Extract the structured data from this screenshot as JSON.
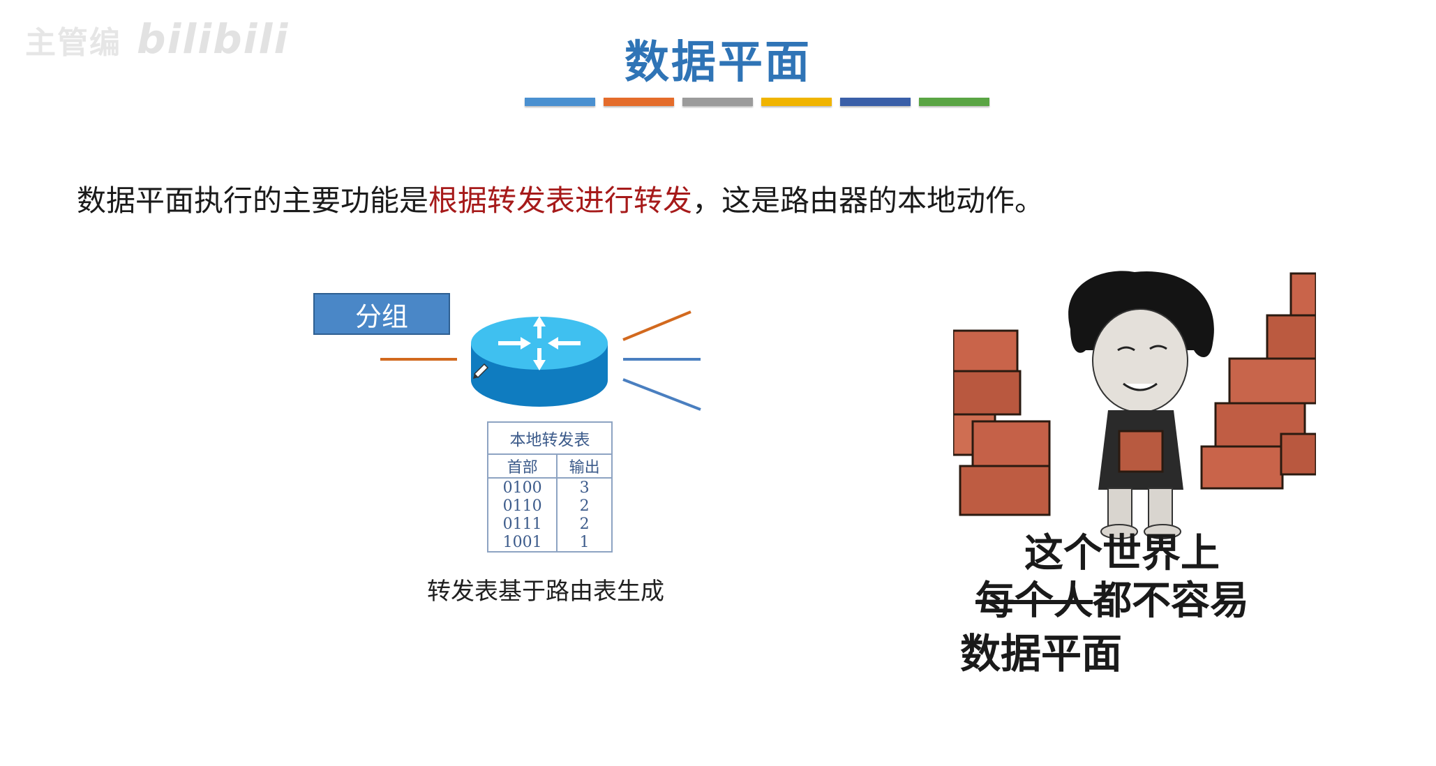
{
  "watermark": {
    "text": "主管编",
    "brand": "bilibili"
  },
  "header": {
    "title": "数据平面",
    "bar_colors": [
      "#4a90d0",
      "#e46c2b",
      "#9b9b9b",
      "#f0b400",
      "#3a5fa8",
      "#5aa544"
    ]
  },
  "intro": {
    "before": "数据平面执行的主要功能是",
    "highlight": "根据转发表进行转发",
    "after": "，这是路由器的本地动作。"
  },
  "diagram": {
    "packet_label": "分组",
    "router_icon": "router-icon",
    "forwarding_table": {
      "title": "本地转发表",
      "headers": [
        "首部",
        "输出"
      ],
      "rows": [
        [
          "0100",
          "3"
        ],
        [
          "0110",
          "2"
        ],
        [
          "0111",
          "2"
        ],
        [
          "1001",
          "1"
        ]
      ]
    },
    "caption": "转发表基于路由表生成"
  },
  "meme": {
    "line1": "这个世界上",
    "line2_struck": "每个人",
    "line2_rest": "都不容易",
    "line3": "数据平面"
  },
  "colors": {
    "title": "#2f74b6",
    "highlight": "#a61a1a",
    "link_orange": "#d2691e",
    "link_blue": "#4a7fc0",
    "router": "#1c9ad6"
  }
}
